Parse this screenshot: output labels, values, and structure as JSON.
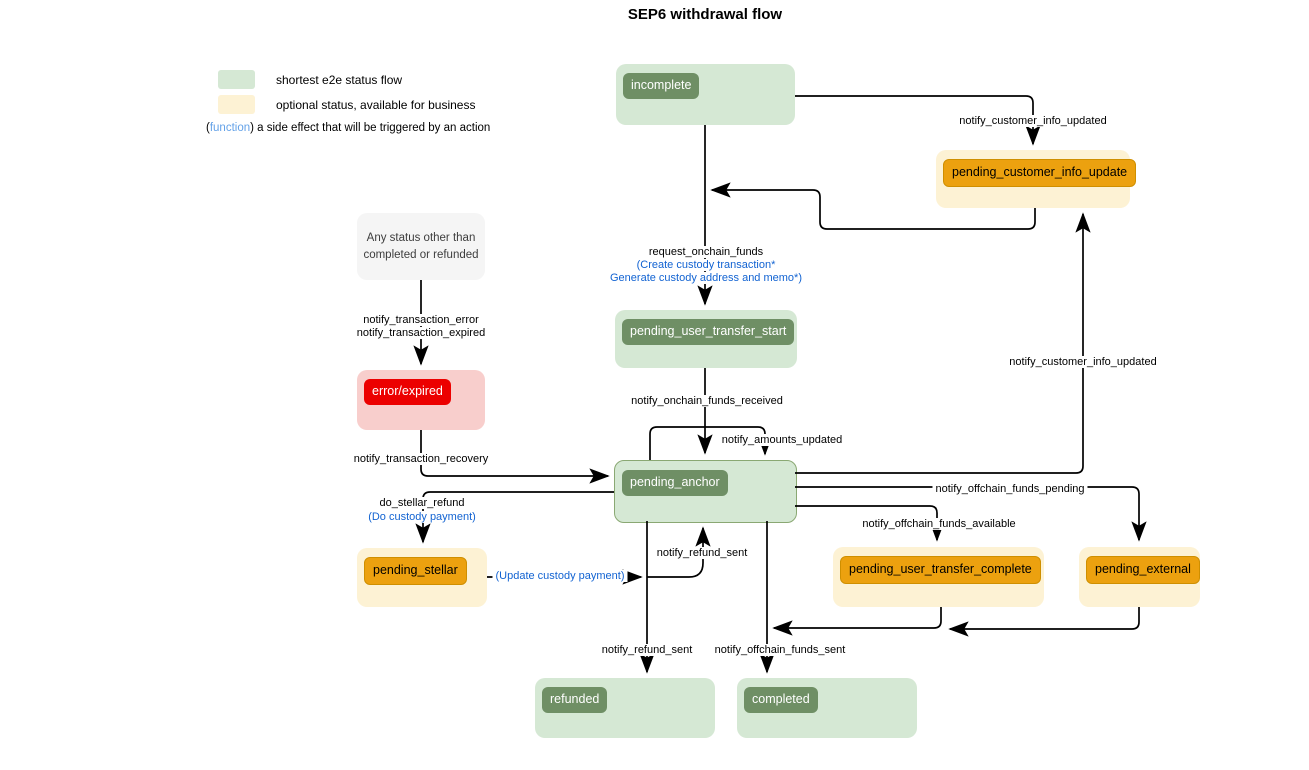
{
  "title": "SEP6 withdrawal flow",
  "legend": {
    "green_label": "shortest e2e status flow",
    "yellow_label": "optional status, available for business",
    "paren_open": "(",
    "function_word": "function",
    "paren_close": ")",
    "function_text": " a side effect that will be triggered by an action"
  },
  "colors": {
    "shortest_flow_green": "#d5e8d4",
    "status_inner_green": "#6f8f65",
    "optional_yellow": "#fdf2d4",
    "optional_inner_orange": "#eca10f",
    "error_pink": "#f8cecc",
    "error_inner_red": "#ec0000",
    "note_gray": "#f5f5f5",
    "function_blue": "#1263d2",
    "legend_function_blue": "#64a2e8",
    "wire_black": "#000000"
  },
  "nodes": {
    "incomplete": {
      "label": "incomplete"
    },
    "pending_customer_info_update": {
      "label": "pending_customer_info_update"
    },
    "any_status_note": {
      "line1": "Any status other than",
      "line2": "completed or refunded"
    },
    "error_expired": {
      "label": "error/expired"
    },
    "pending_user_transfer_start": {
      "label": "pending_user_transfer_start"
    },
    "pending_anchor": {
      "label": "pending_anchor"
    },
    "pending_stellar": {
      "label": "pending_stellar"
    },
    "pending_user_transfer_complete": {
      "label": "pending_user_transfer_complete"
    },
    "pending_external": {
      "label": "pending_external"
    },
    "refunded": {
      "label": "refunded"
    },
    "completed": {
      "label": "completed"
    }
  },
  "edges": {
    "incomplete_to_pcinfo": {
      "label": "notify_customer_info_updated"
    },
    "incomplete_to_puts": {
      "label": "request_onchain_funds",
      "fn_line1": "(Create custody transaction*",
      "fn_line2": "Generate custody address and memo*)"
    },
    "anystatus_to_error": {
      "label1": "notify_transaction_error",
      "label2": "notify_transaction_expired"
    },
    "error_to_panchor": {
      "label": "notify_transaction_recovery"
    },
    "puts_to_panchor": {
      "label": "notify_onchain_funds_received"
    },
    "panchor_self": {
      "label": "notify_amounts_updated"
    },
    "panchor_to_pstellar": {
      "label": "do_stellar_refund",
      "fn": "(Do custody payment)"
    },
    "pstellar_to_panchor": {
      "fn": "(Update custody payment)",
      "label": "notify_refund_sent"
    },
    "panchor_to_refunded": {
      "label": "notify_refund_sent"
    },
    "panchor_to_completed": {
      "label": "notify_offchain_funds_sent"
    },
    "panchor_to_pcinfo": {
      "label": "notify_customer_info_updated"
    },
    "panchor_to_pexternal": {
      "label": "notify_offchain_funds_pending"
    },
    "panchor_to_putc": {
      "label": "notify_offchain_funds_available"
    }
  }
}
